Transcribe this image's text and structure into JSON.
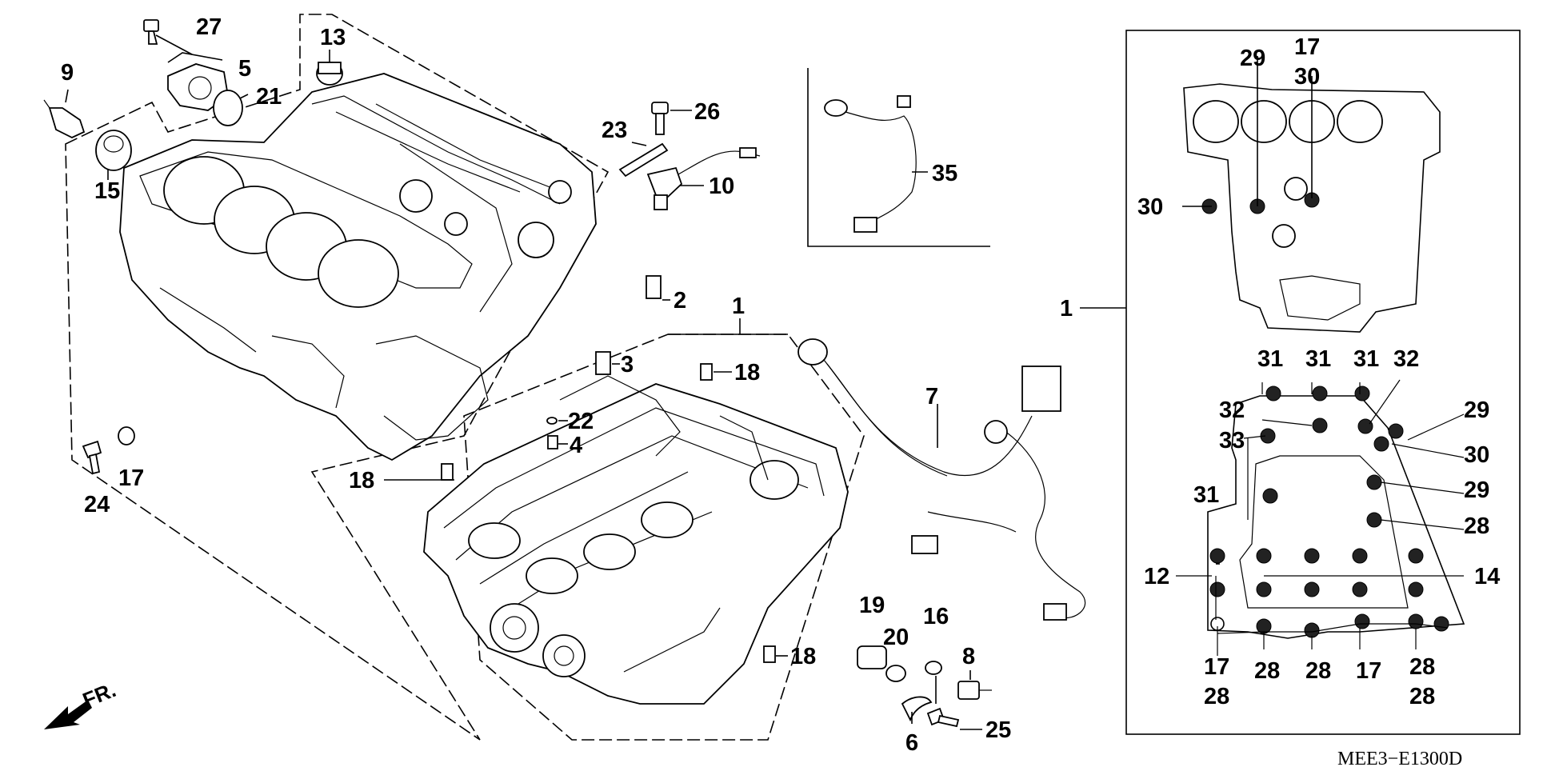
{
  "diagram": {
    "code": "MEE3−E1300D",
    "direction_label": "FR.",
    "labels": [
      "27",
      "5",
      "21",
      "9",
      "13",
      "15",
      "26",
      "23",
      "10",
      "35",
      "2",
      "1",
      "3",
      "18",
      "22",
      "4",
      "18",
      "24",
      "17",
      "7",
      "18",
      "19",
      "20",
      "16",
      "8",
      "25",
      "6",
      "17",
      "30",
      "29",
      "30",
      "1",
      "31",
      "31",
      "31",
      "32",
      "32",
      "29",
      "33",
      "30",
      "29",
      "31",
      "28",
      "12",
      "14",
      "17",
      "28",
      "28",
      "28",
      "17",
      "28",
      "28"
    ]
  }
}
